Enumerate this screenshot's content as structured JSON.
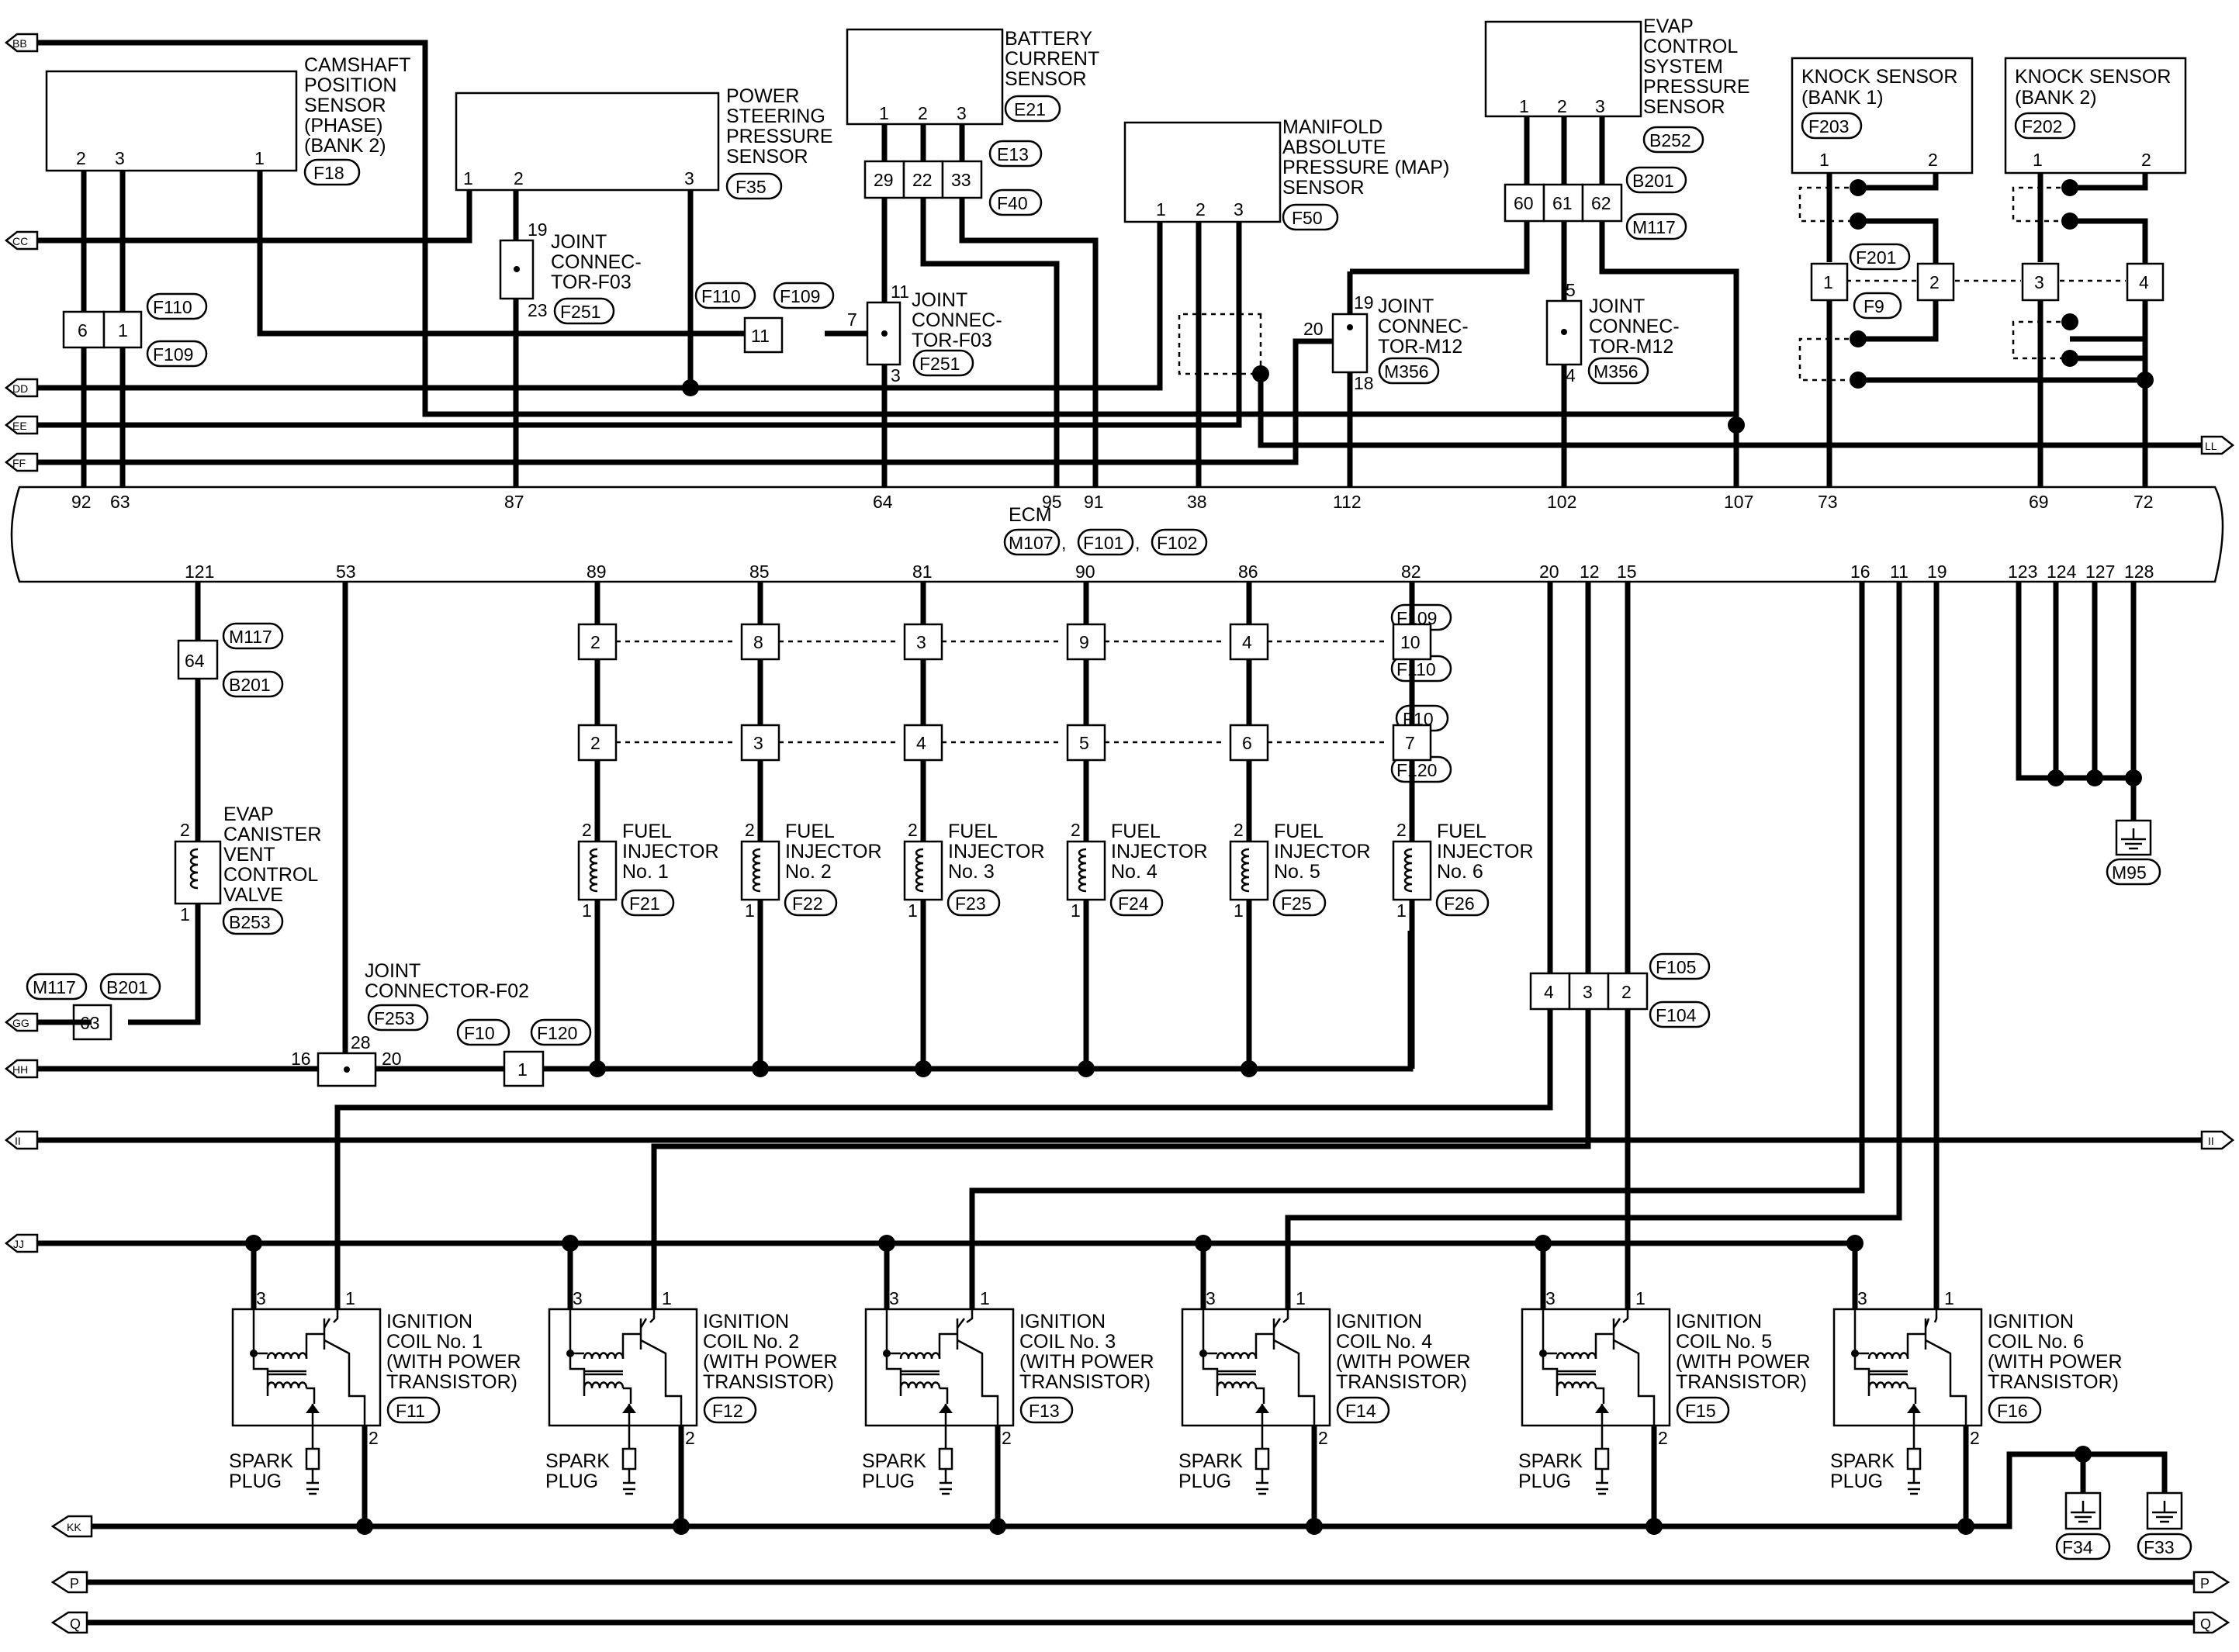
{
  "diagram": {
    "ecm": {
      "name": "ECM",
      "connectors": [
        "M107",
        "F101",
        "F102"
      ]
    },
    "rails": {
      "BB": "BB",
      "CC": "CC",
      "DD": "DD",
      "EE": "EE",
      "FF": "FF",
      "LL": "LL",
      "GG": "GG",
      "HH": "HH",
      "II": "II",
      "JJ": "JJ",
      "KK": "KK",
      "P": "P",
      "Q": "Q"
    },
    "top_components": {
      "cmp": {
        "lines": [
          "CAMSHAFT",
          "POSITION",
          "SENSOR",
          "(PHASE)",
          "(BANK 2)"
        ],
        "connector": "F18",
        "pins": [
          "2",
          "3",
          "1"
        ]
      },
      "psp": {
        "lines": [
          "POWER",
          "STEERING",
          "PRESSURE",
          "SENSOR"
        ],
        "connector": "F35",
        "pins": [
          "1",
          "2",
          "3"
        ]
      },
      "bcs": {
        "lines": [
          "BATTERY",
          "CURRENT",
          "SENSOR"
        ],
        "connector": "E21",
        "pins": [
          "1",
          "2",
          "3"
        ]
      },
      "map": {
        "lines": [
          "MANIFOLD",
          "ABSOLUTE",
          "PRESSURE (MAP)",
          "SENSOR"
        ],
        "connector": "F50",
        "pins": [
          "1",
          "2",
          "3"
        ]
      },
      "evp": {
        "lines": [
          "EVAP",
          "CONTROL",
          "SYSTEM",
          "PRESSURE",
          "SENSOR"
        ],
        "connector": "B252",
        "pins": [
          "1",
          "2",
          "3"
        ]
      },
      "ks1": {
        "lines": [
          "KNOCK SENSOR",
          "(BANK 1)"
        ],
        "connector": "F203",
        "pins": [
          "1",
          "2"
        ]
      },
      "ks2": {
        "lines": [
          "KNOCK SENSOR",
          "(BANK 2)"
        ],
        "connector": "F202",
        "pins": [
          "1",
          "2"
        ]
      }
    },
    "joints": {
      "jf03a": {
        "lines": [
          "JOINT",
          "CONNEC-",
          "TOR-F03"
        ],
        "connector": "F251",
        "pins": [
          "19",
          "23"
        ]
      },
      "jf03b": {
        "lines": [
          "JOINT",
          "CONNEC-",
          "TOR-F03"
        ],
        "connector": "F251",
        "pins": [
          "11",
          "7",
          "3"
        ]
      },
      "jm12a": {
        "lines": [
          "JOINT",
          "CONNEC-",
          "TOR-M12"
        ],
        "connector": "M356",
        "pins": [
          "19",
          "20",
          "18"
        ]
      },
      "jm12b": {
        "lines": [
          "JOINT",
          "CONNEC-",
          "TOR-M12"
        ],
        "connector": "M356",
        "pins": [
          "5",
          "4"
        ]
      },
      "jf02": {
        "lines": [
          "JOINT",
          "CONNECTOR-F02"
        ],
        "connector": "F253",
        "pins": [
          "16",
          "28",
          "20"
        ]
      }
    },
    "harness_connectors": {
      "F110": "F110",
      "F109": "F109",
      "E13": "E13",
      "F40": "F40",
      "B201": "B201",
      "M117": "M117",
      "F201": "F201",
      "F9": "F9",
      "F10": "F10",
      "F120": "F120",
      "F105": "F105",
      "F104": "F104",
      "M95": "M95",
      "F34": "F34",
      "F33": "F33"
    },
    "cavities": {
      "c6": "6",
      "c1": "1",
      "c11": "11",
      "c29": "29",
      "c22": "22",
      "c33": "33",
      "c60": "60",
      "c61": "61",
      "c62": "62",
      "k1": "1",
      "k2": "2",
      "k3": "3",
      "k4": "4",
      "c64": "64",
      "c63": "63",
      "c1b": "1",
      "c4": "4",
      "c3": "3",
      "c2": "2"
    },
    "ecm_top_pins": [
      "92",
      "63",
      "87",
      "64",
      "95",
      "91",
      "38",
      "112",
      "102",
      "107",
      "73",
      "69",
      "72"
    ],
    "ecm_bottom_pins": [
      "121",
      "53",
      "89",
      "85",
      "81",
      "90",
      "86",
      "82",
      "20",
      "12",
      "15",
      "16",
      "11",
      "19",
      "123",
      "124",
      "127",
      "128"
    ],
    "evap_valve": {
      "lines": [
        "EVAP",
        "CANISTER",
        "VENT",
        "CONTROL",
        "VALVE"
      ],
      "connector": "B253",
      "pins": [
        "2",
        "1"
      ]
    },
    "injectors": [
      {
        "label": "FUEL",
        "label2": "INJECTOR",
        "num": "No. 1",
        "connector": "F21",
        "p2": "2",
        "p1": "1",
        "cav_a": "2",
        "cav_b": "2"
      },
      {
        "label": "FUEL",
        "label2": "INJECTOR",
        "num": "No. 2",
        "connector": "F22",
        "p2": "2",
        "p1": "1",
        "cav_a": "8",
        "cav_b": "3"
      },
      {
        "label": "FUEL",
        "label2": "INJECTOR",
        "num": "No. 3",
        "connector": "F23",
        "p2": "2",
        "p1": "1",
        "cav_a": "3",
        "cav_b": "4"
      },
      {
        "label": "FUEL",
        "label2": "INJECTOR",
        "num": "No. 4",
        "connector": "F24",
        "p2": "2",
        "p1": "1",
        "cav_a": "9",
        "cav_b": "5"
      },
      {
        "label": "FUEL",
        "label2": "INJECTOR",
        "num": "No. 5",
        "connector": "F25",
        "p2": "2",
        "p1": "1",
        "cav_a": "4",
        "cav_b": "6"
      },
      {
        "label": "FUEL",
        "label2": "INJECTOR",
        "num": "No. 6",
        "connector": "F26",
        "p2": "2",
        "p1": "1",
        "cav_a": "10",
        "cav_b": "7"
      }
    ],
    "coils": [
      {
        "l1": "IGNITION",
        "l2": "COIL No. 1",
        "l3": "(WITH POWER",
        "l4": "TRANSISTOR)",
        "connector": "F11",
        "p3": "3",
        "p1": "1",
        "p2": "2",
        "spark": "SPARK",
        "plug": "PLUG"
      },
      {
        "l1": "IGNITION",
        "l2": "COIL No. 2",
        "l3": "(WITH POWER",
        "l4": "TRANSISTOR)",
        "connector": "F12",
        "p3": "3",
        "p1": "1",
        "p2": "2",
        "spark": "SPARK",
        "plug": "PLUG"
      },
      {
        "l1": "IGNITION",
        "l2": "COIL No. 3",
        "l3": "(WITH POWER",
        "l4": "TRANSISTOR)",
        "connector": "F13",
        "p3": "3",
        "p1": "1",
        "p2": "2",
        "spark": "SPARK",
        "plug": "PLUG"
      },
      {
        "l1": "IGNITION",
        "l2": "COIL No. 4",
        "l3": "(WITH POWER",
        "l4": "TRANSISTOR)",
        "connector": "F14",
        "p3": "3",
        "p1": "1",
        "p2": "2",
        "spark": "SPARK",
        "plug": "PLUG"
      },
      {
        "l1": "IGNITION",
        "l2": "COIL No. 5",
        "l3": "(WITH POWER",
        "l4": "TRANSISTOR)",
        "connector": "F15",
        "p3": "3",
        "p1": "1",
        "p2": "2",
        "spark": "SPARK",
        "plug": "PLUG"
      },
      {
        "l1": "IGNITION",
        "l2": "COIL No. 6",
        "l3": "(WITH POWER",
        "l4": "TRANSISTOR)",
        "connector": "F16",
        "p3": "3",
        "p1": "1",
        "p2": "2",
        "spark": "SPARK",
        "plug": "PLUG"
      }
    ]
  }
}
